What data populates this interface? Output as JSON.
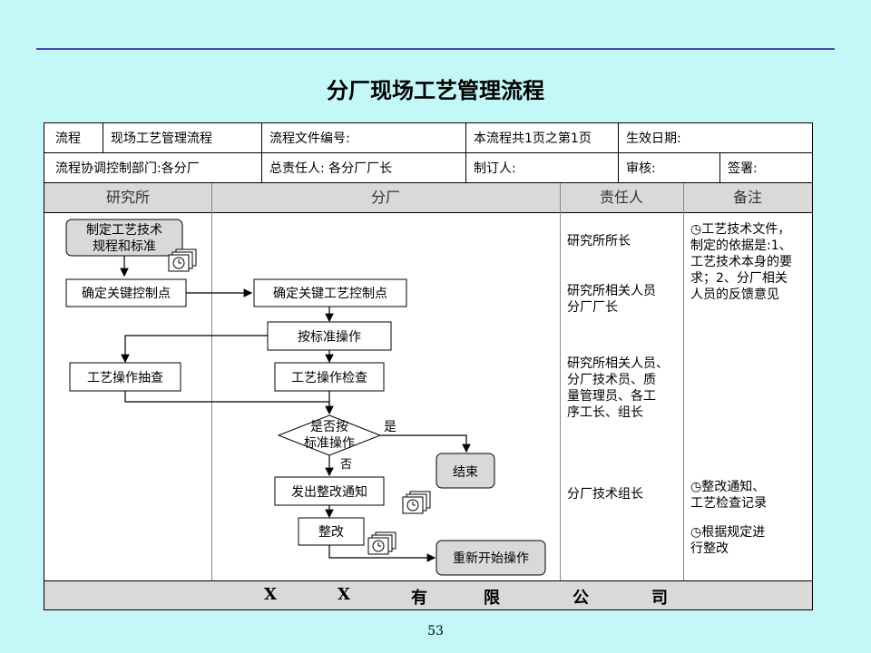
{
  "title": "分厂现场工艺管理流程",
  "header": {
    "row1": [
      "流程",
      "现场工艺管理流程",
      "流程文件编号:",
      "本流程共1页之第1页",
      "生效日期:"
    ],
    "row2": [
      "流程协调控制部门:各分厂",
      "总责任人: 各分厂厂长",
      "制订人:",
      "审核:",
      "签署:"
    ]
  },
  "lanes": [
    "研究所",
    "分厂",
    "责任人",
    "备注"
  ],
  "nodes": {
    "start_l1": "制定工艺技术",
    "start_l2": "规程和标准",
    "confirm_left": "确定关键控制点",
    "confirm_right": "确定关键工艺控制点",
    "operate": "按标准操作",
    "sample": "工艺操作抽查",
    "inspect": "工艺操作检查",
    "decision_l1": "是否按",
    "decision_l2": "标准操作",
    "yes": "是",
    "no": "否",
    "end": "结束",
    "notice": "发出整改通知",
    "rectify": "整改",
    "restart": "重新开始操作"
  },
  "responsible": [
    [
      "研究所所长"
    ],
    [
      "研究所相关人员",
      "分厂厂长"
    ],
    [
      "研究所相关人员、",
      "分厂技术员、质",
      "量管理员、各工",
      "序工长、组长"
    ],
    [
      "分厂技术组长"
    ]
  ],
  "remarks": [
    [
      "工艺技术文件，",
      "制定的依据是:1、",
      "工艺技术本身的要",
      "求；2、分厂相关",
      "人员的反馈意见"
    ],
    [
      "整改通知、",
      "工艺检查记录"
    ],
    [
      "根据规定进",
      "行整改"
    ]
  ],
  "footer": [
    "X",
    "X",
    "有",
    "限",
    "公",
    "司"
  ],
  "page_number": "53",
  "colors": {
    "background": "#c3f7f8",
    "band": "#d9d9d9",
    "rounded_box": "#d9d9d9",
    "rule": "#4a4aa6"
  },
  "icons": [
    "document-stack-icon",
    "clock-icon",
    "remark-clock-icon"
  ]
}
